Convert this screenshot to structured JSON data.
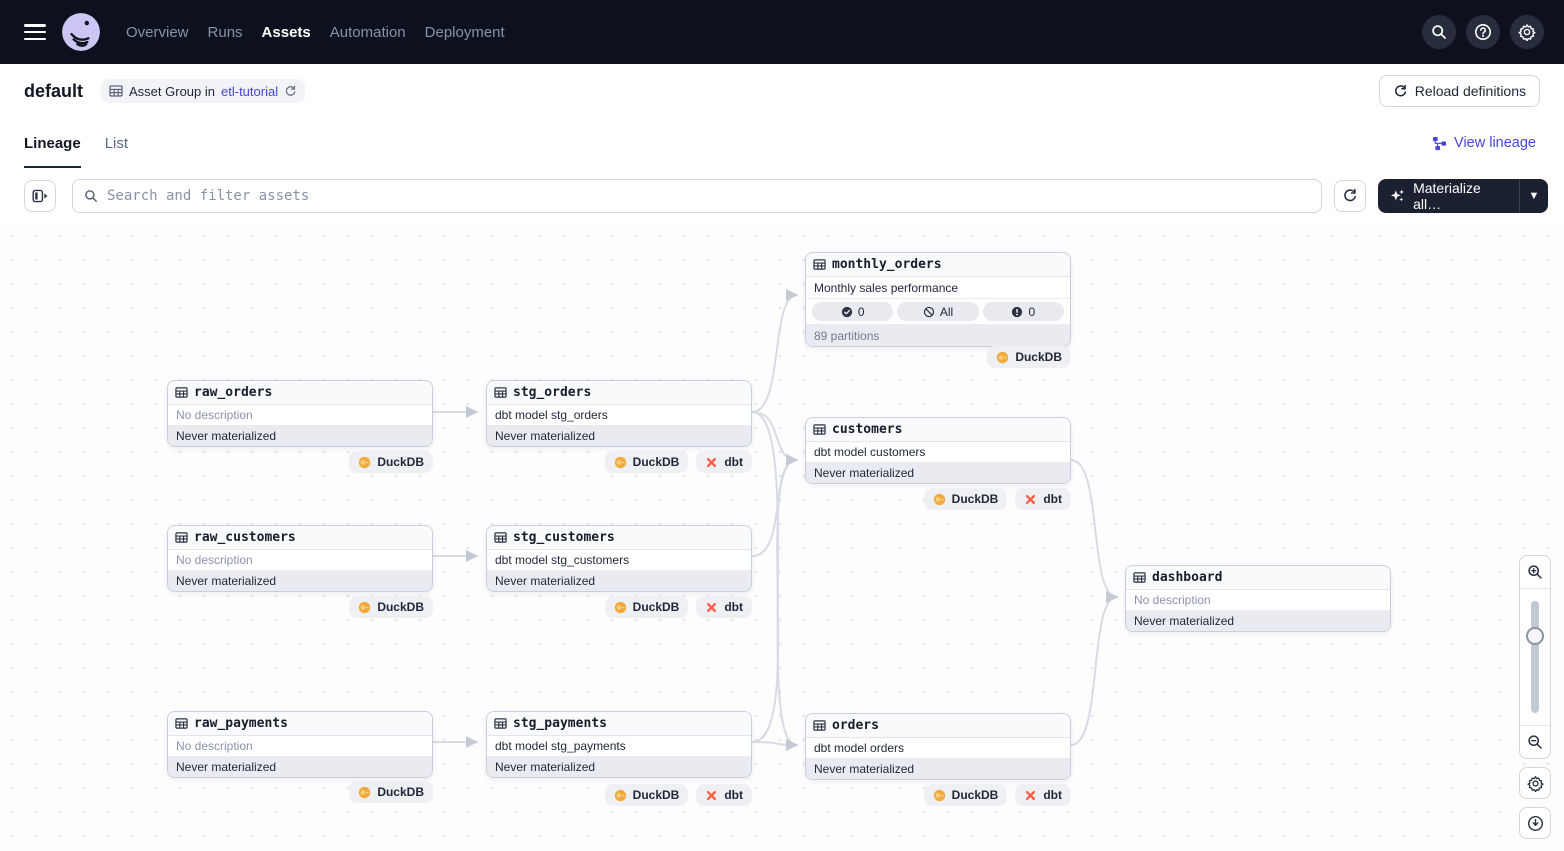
{
  "topnav": {
    "items": [
      {
        "label": "Overview",
        "active": false
      },
      {
        "label": "Runs",
        "active": false
      },
      {
        "label": "Assets",
        "active": true
      },
      {
        "label": "Automation",
        "active": false
      },
      {
        "label": "Deployment",
        "active": false
      }
    ]
  },
  "header": {
    "title": "default",
    "badge_prefix": "Asset Group in",
    "badge_link": "etl-tutorial",
    "reload_label": "Reload definitions"
  },
  "tabs": {
    "lineage": "Lineage",
    "list": "List",
    "view_lineage": "View lineage"
  },
  "toolbar": {
    "search_placeholder": "Search and filter assets",
    "materialize_label": "Materialize all…"
  },
  "graph": {
    "nodes": [
      {
        "name": "monthly_orders",
        "description": "Monthly sales performance",
        "pills": [
          {
            "icon": "check-circle",
            "label": "0"
          },
          {
            "icon": "slash-circle",
            "label": "All"
          },
          {
            "icon": "alert-circle",
            "label": "0"
          }
        ],
        "partitions": "89 partitions",
        "badges": [
          "DuckDB"
        ]
      },
      {
        "name": "raw_orders",
        "description": "No description",
        "status": "Never materialized",
        "badges": [
          "DuckDB"
        ]
      },
      {
        "name": "stg_orders",
        "description": "dbt model stg_orders",
        "status": "Never materialized",
        "badges": [
          "DuckDB",
          "dbt"
        ]
      },
      {
        "name": "customers",
        "description": "dbt model customers",
        "status": "Never materialized",
        "badges": [
          "DuckDB",
          "dbt"
        ]
      },
      {
        "name": "raw_customers",
        "description": "No description",
        "status": "Never materialized",
        "badges": [
          "DuckDB"
        ]
      },
      {
        "name": "stg_customers",
        "description": "dbt model stg_customers",
        "status": "Never materialized",
        "badges": [
          "DuckDB",
          "dbt"
        ]
      },
      {
        "name": "dashboard",
        "description": "No description",
        "status": "Never materialized",
        "badges": []
      },
      {
        "name": "raw_payments",
        "description": "No description",
        "status": "Never materialized",
        "badges": [
          "DuckDB"
        ]
      },
      {
        "name": "stg_payments",
        "description": "dbt model stg_payments",
        "status": "Never materialized",
        "badges": [
          "DuckDB",
          "dbt"
        ]
      },
      {
        "name": "orders",
        "description": "dbt model orders",
        "status": "Never materialized",
        "badges": [
          "DuckDB",
          "dbt"
        ]
      }
    ],
    "edges": [
      {
        "from": "raw_orders",
        "to": "stg_orders"
      },
      {
        "from": "raw_customers",
        "to": "stg_customers"
      },
      {
        "from": "raw_payments",
        "to": "stg_payments"
      },
      {
        "from": "stg_orders",
        "to": "monthly_orders"
      },
      {
        "from": "stg_orders",
        "to": "customers"
      },
      {
        "from": "stg_orders",
        "to": "orders"
      },
      {
        "from": "stg_customers",
        "to": "customers"
      },
      {
        "from": "stg_payments",
        "to": "customers"
      },
      {
        "from": "stg_payments",
        "to": "orders"
      },
      {
        "from": "customers",
        "to": "dashboard"
      },
      {
        "from": "orders",
        "to": "dashboard"
      }
    ]
  },
  "colors": {
    "accent_link": "#4645d8",
    "nav_bg": "#0d111d",
    "materialize_bg": "#1b2130",
    "duckdb": "#f2a93b",
    "dbt": "#ff5c43",
    "edge": "#d7dbe3"
  }
}
